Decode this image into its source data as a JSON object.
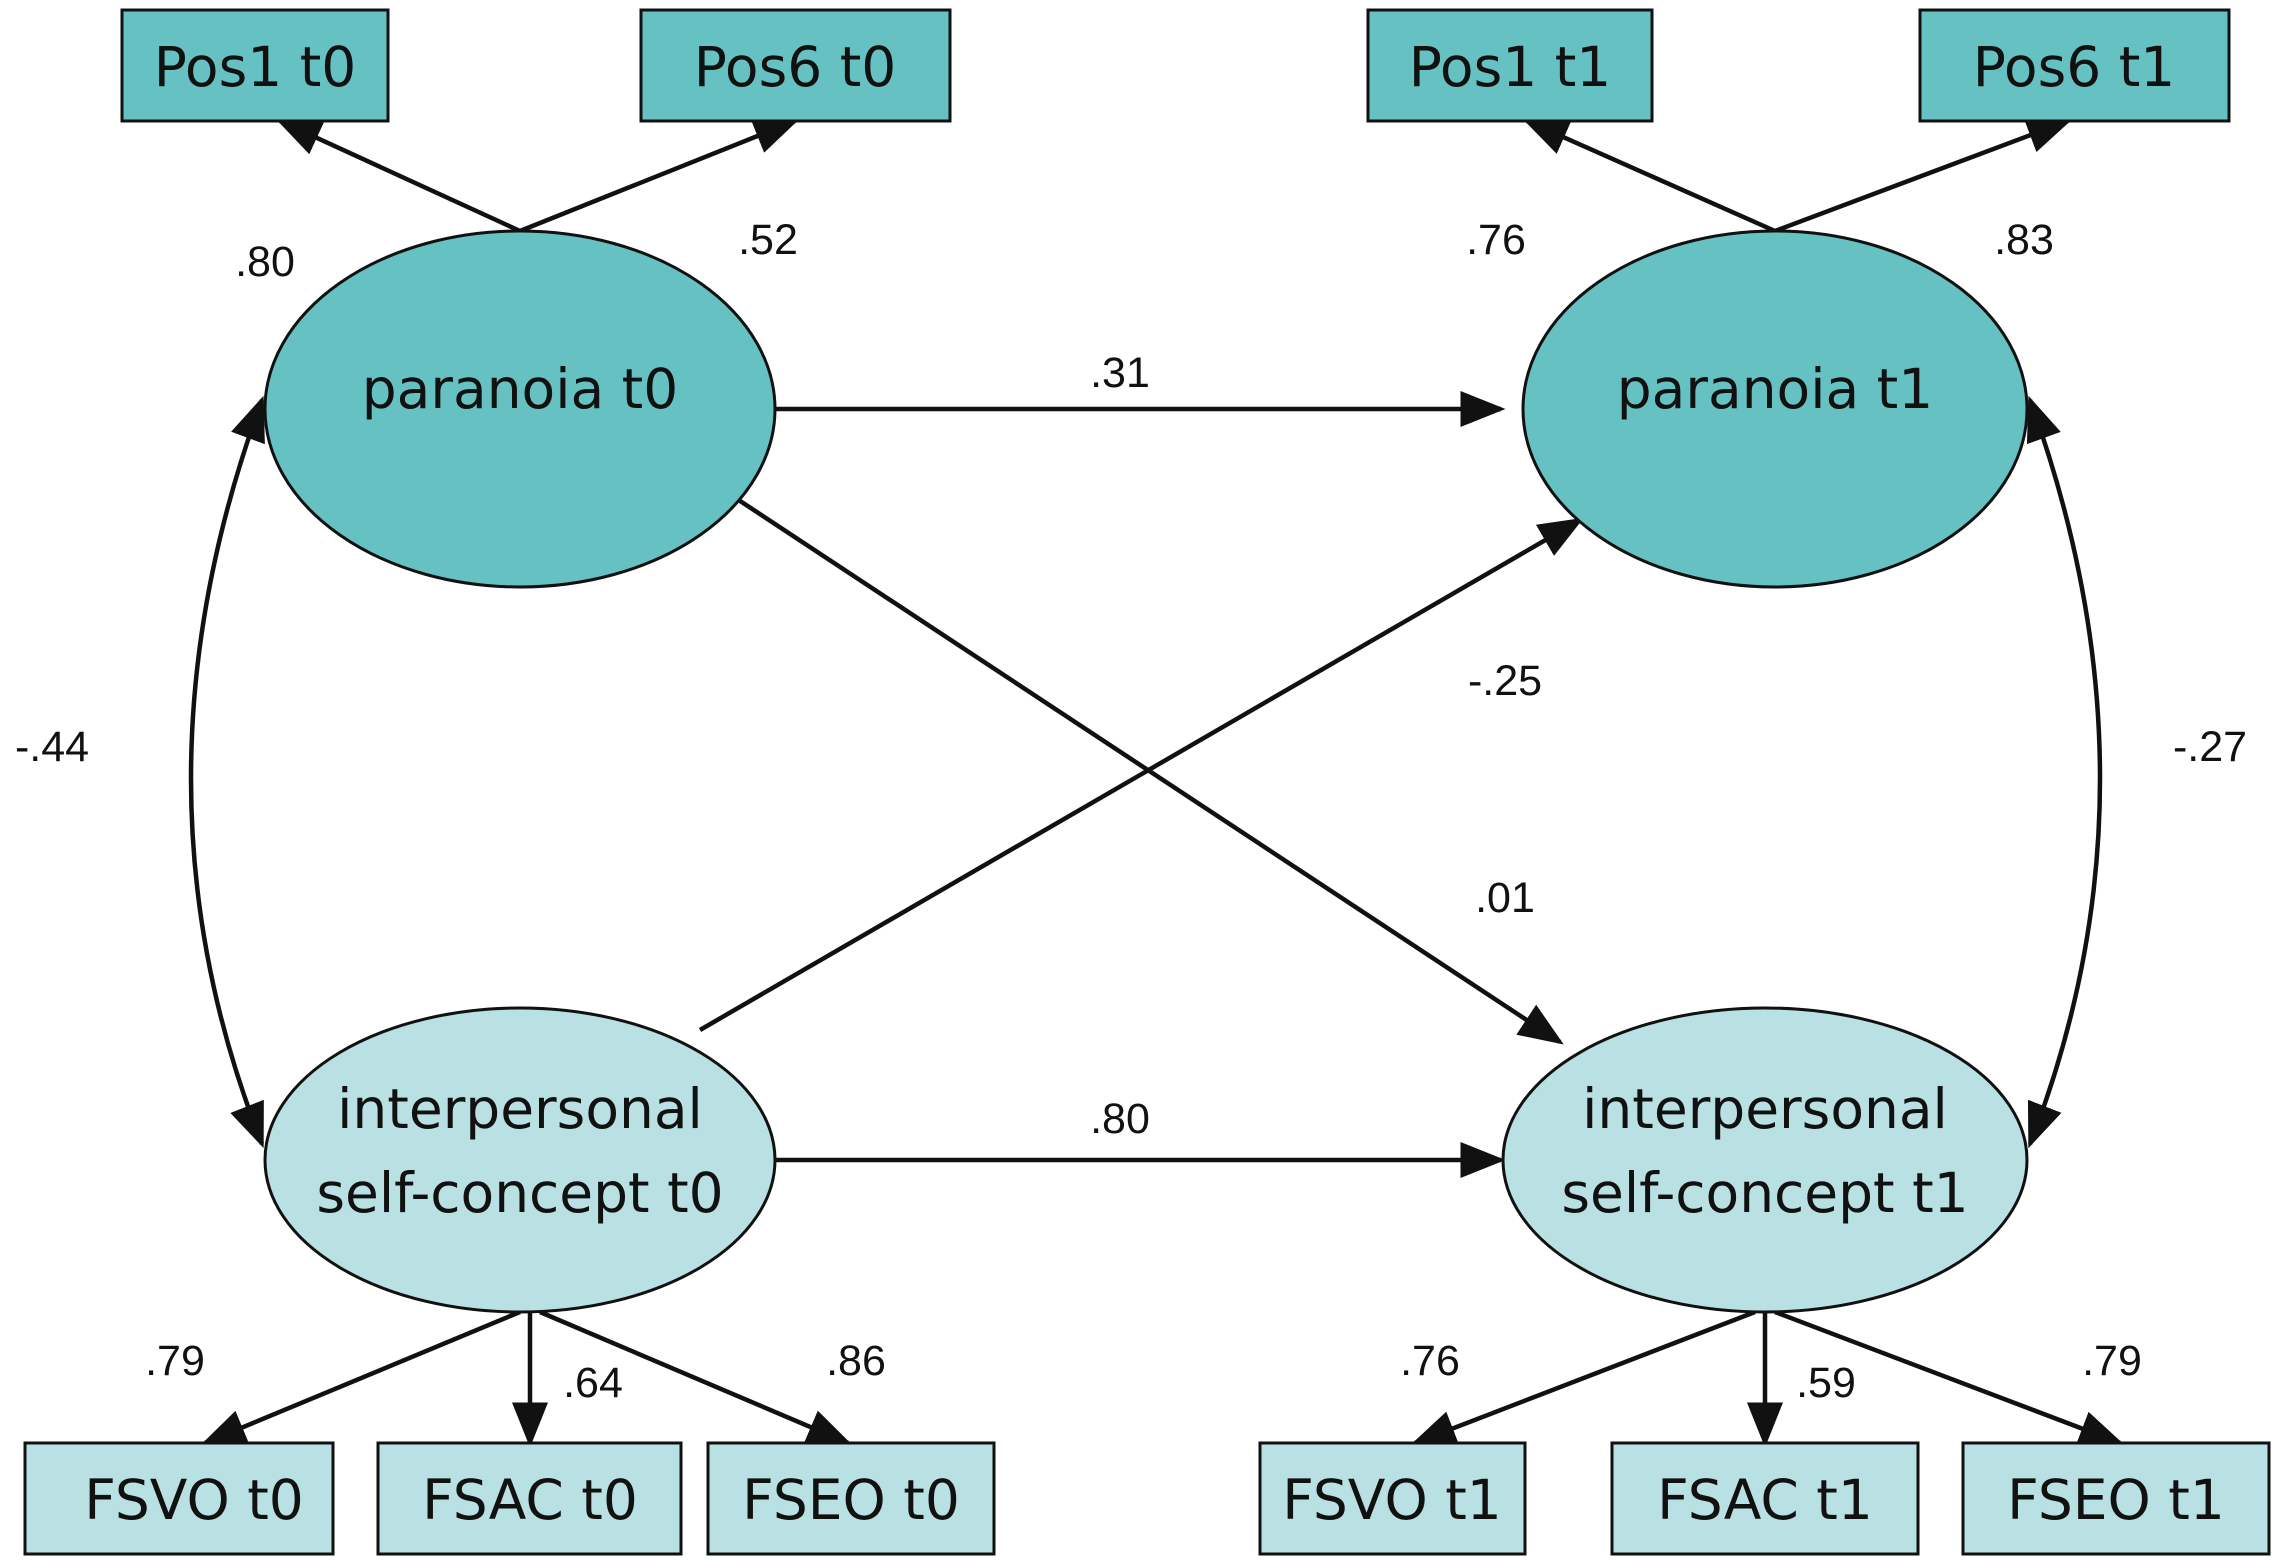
{
  "colors": {
    "paranoia_fill": "#66c2c2",
    "selfconcept_fill": "#b9e0e3",
    "line": "#111111",
    "background": "#ffffff"
  },
  "indicators": {
    "pos1_t0": "Pos1 t0",
    "pos6_t0": "Pos6 t0",
    "pos1_t1": "Pos1 t1",
    "pos6_t1": "Pos6 t1",
    "fsvo_t0": "FSVO t0",
    "fsac_t0": "FSAC t0",
    "fseo_t0": "FSEO t0",
    "fsvo_t1": "FSVO t1",
    "fsac_t1": "FSAC t1",
    "fseo_t1": "FSEO t1"
  },
  "latents": {
    "paranoia_t0": "paranoia t0",
    "paranoia_t1": "paranoia t1",
    "self_t0_line1": "interpersonal",
    "self_t0_line2": "self-concept t0",
    "self_t1_line1": "interpersonal",
    "self_t1_line2": "self-concept t1"
  },
  "coefficients": {
    "load_pos1_t0": ".80",
    "load_pos6_t0": ".52",
    "load_pos1_t1": ".76",
    "load_pos6_t1": ".83",
    "stab_paranoia": ".31",
    "cross_self_to_paranoia": "-.25",
    "cross_paranoia_to_self": ".01",
    "stab_self": ".80",
    "cov_t0": "-.44",
    "cov_t1": "-.27",
    "load_fsvo_t0": ".79",
    "load_fsac_t0": ".64",
    "load_fseo_t0": ".86",
    "load_fsvo_t1": ".76",
    "load_fsac_t1": ".59",
    "load_fseo_t1": ".79"
  }
}
